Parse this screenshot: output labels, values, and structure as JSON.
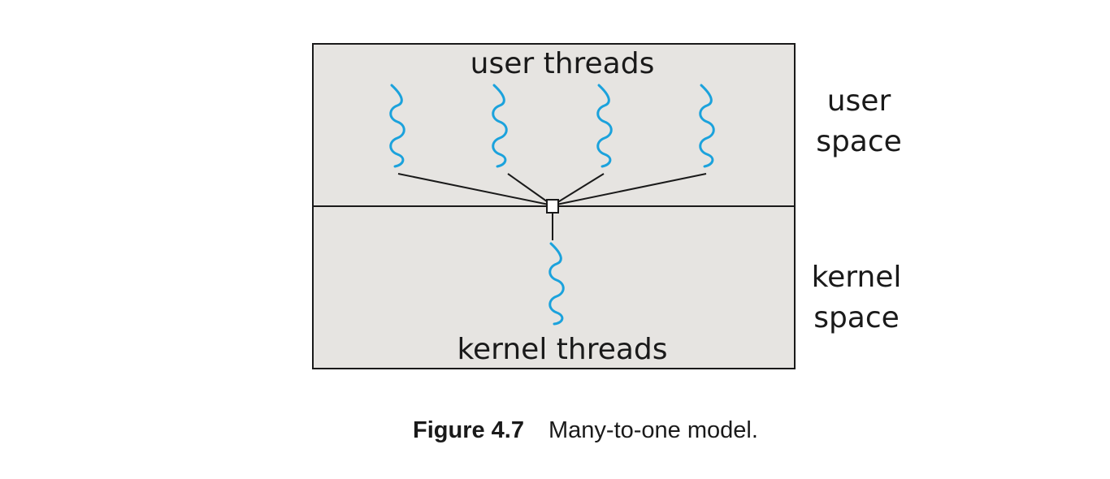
{
  "diagram": {
    "user_threads_label": "user threads",
    "kernel_threads_label": "kernel threads",
    "user_space": [
      "user",
      "space"
    ],
    "kernel_space": [
      "kernel",
      "space"
    ],
    "user_thread_count": 4,
    "kernel_thread_count": 1,
    "colors": {
      "panel": "#e6e4e1",
      "thread": "#1ba2dc",
      "line": "#1a1a1a"
    }
  },
  "caption": {
    "figure_number": "Figure 4.7",
    "text": "Many-to-one model."
  }
}
